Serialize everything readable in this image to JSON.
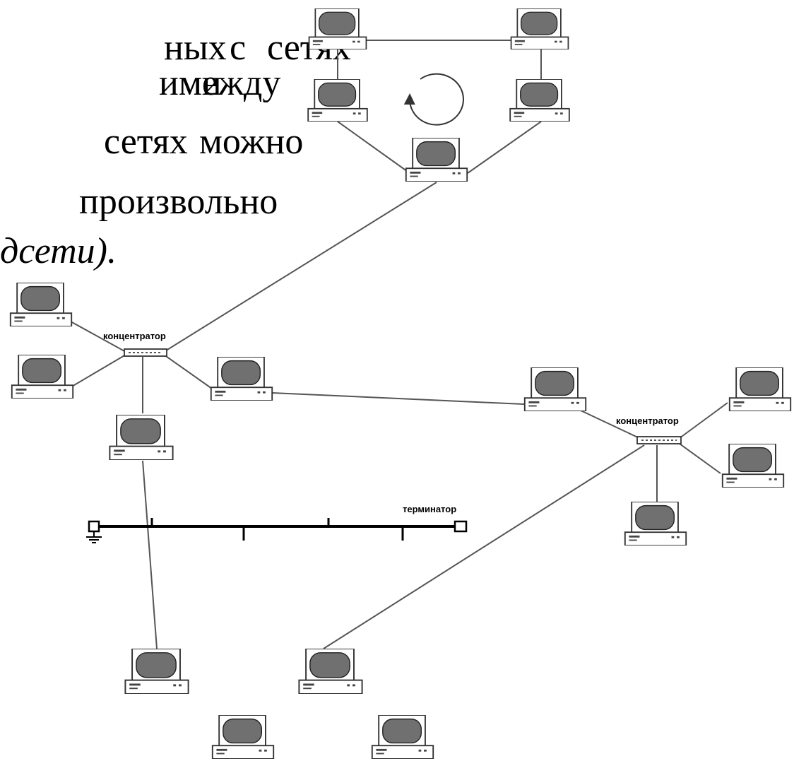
{
  "text_fragments": [
    "ных",
    "сетях",
    "с",
    "ими",
    "между",
    "сетях",
    "можно",
    "произвольно",
    "дсети)."
  ],
  "labels": {
    "hub_left": "концентратор",
    "hub_right": "концентратор",
    "terminator": "терминатор"
  },
  "colors": {
    "line": "#555555",
    "bus": "#000000",
    "screen": "#707070",
    "monitor_frame": "#ffffff",
    "outline": "#333333"
  },
  "icons": {
    "workstation": "computer-icon",
    "hub": "hub-icon",
    "ring_direction": "circular-arrow-icon",
    "ground": "ground-icon",
    "terminator": "terminator-icon"
  }
}
